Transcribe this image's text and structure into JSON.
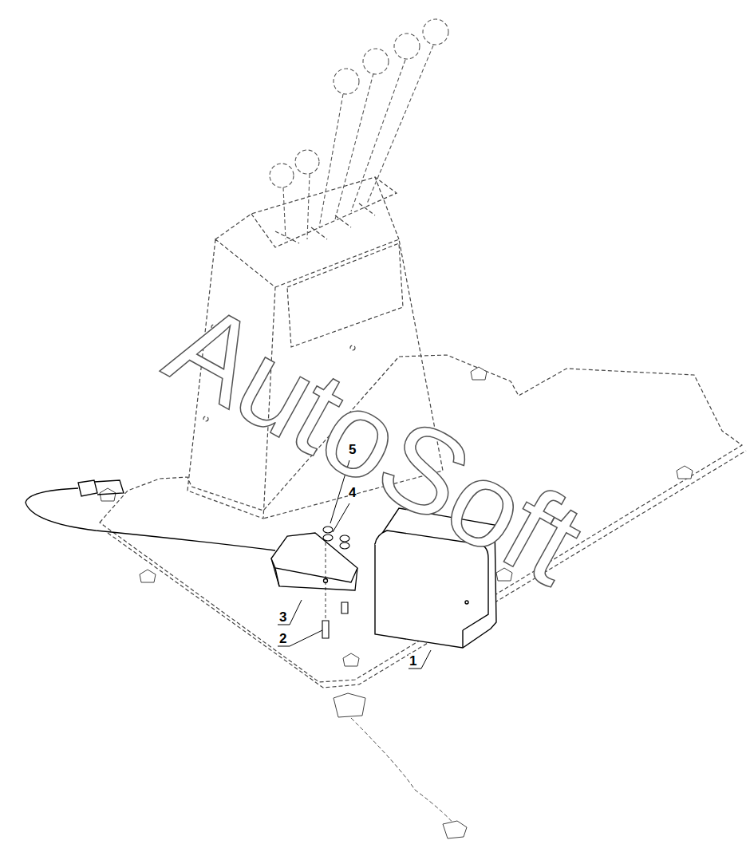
{
  "diagram": {
    "labels": [
      "5",
      "4",
      "3",
      "2",
      "1",
      "AutoSoft"
    ]
  }
}
